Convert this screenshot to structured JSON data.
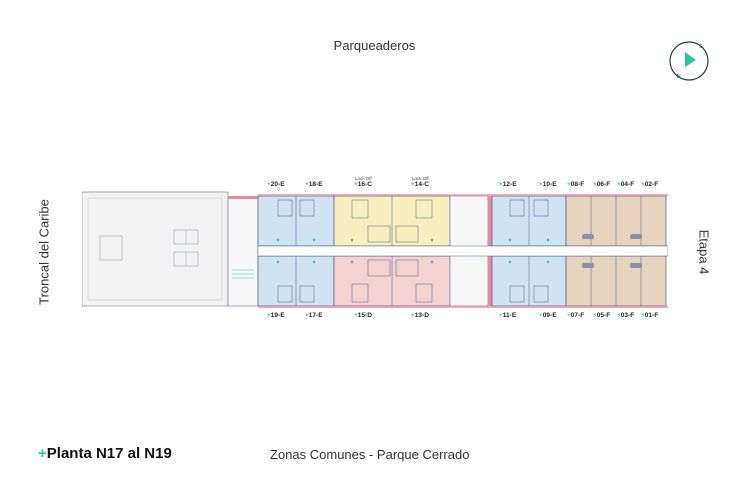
{
  "labels": {
    "top": "Parqueaderos",
    "bottom": "Zonas Comunes - Parque Cerrado",
    "left": "Troncal del Caribe",
    "right": "Etapa 4",
    "title_plus": "+",
    "title": "Planta N17 al N19"
  },
  "compass": {
    "north": "N",
    "south": "S"
  },
  "lock_off": [
    "Lock Off",
    "Lock Off"
  ],
  "units_top": [
    "20-E",
    "18-E",
    "16-C",
    "14-C",
    "12-E",
    "10-E",
    "08-F",
    "06-F",
    "04-F",
    "02-F"
  ],
  "units_bottom": [
    "19-E",
    "17-E",
    "15-D",
    "13-D",
    "11-E",
    "09-E",
    "07-F",
    "05-F",
    "03-F",
    "01-F"
  ],
  "colors": {
    "accent": "#2ec4a0",
    "type_e": "#cfe3f2",
    "type_c": "#f7efc0",
    "type_d": "#f4d2d2",
    "type_f": "#e6d4bf",
    "lines": "#4a5a8a"
  }
}
